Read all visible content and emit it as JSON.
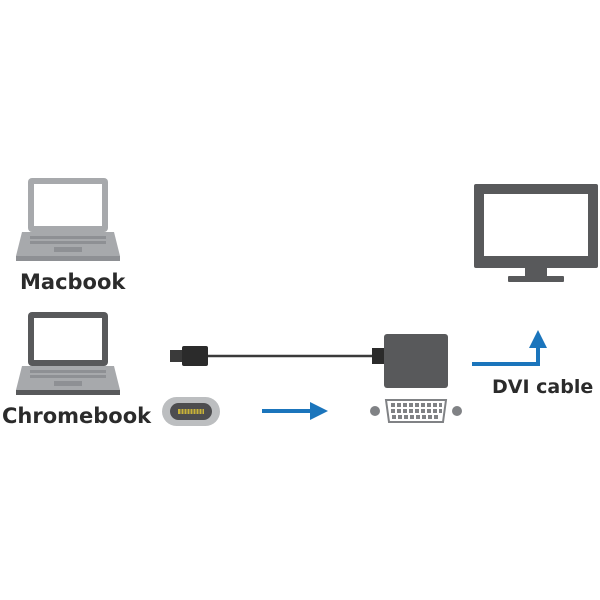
{
  "labels": {
    "macbook": "Macbook",
    "chromebook": "Chromebook",
    "dvi_cable": "DVI cable"
  },
  "colors": {
    "device_dark": "#58595b",
    "device_light": "#a7a9ac",
    "screen_fill": "#ffffff",
    "arrow_blue": "#1b75bc",
    "cable": "#3a3a3a",
    "connector_bg": "#bcbec0",
    "usb_c_pins": "#c9b338"
  }
}
